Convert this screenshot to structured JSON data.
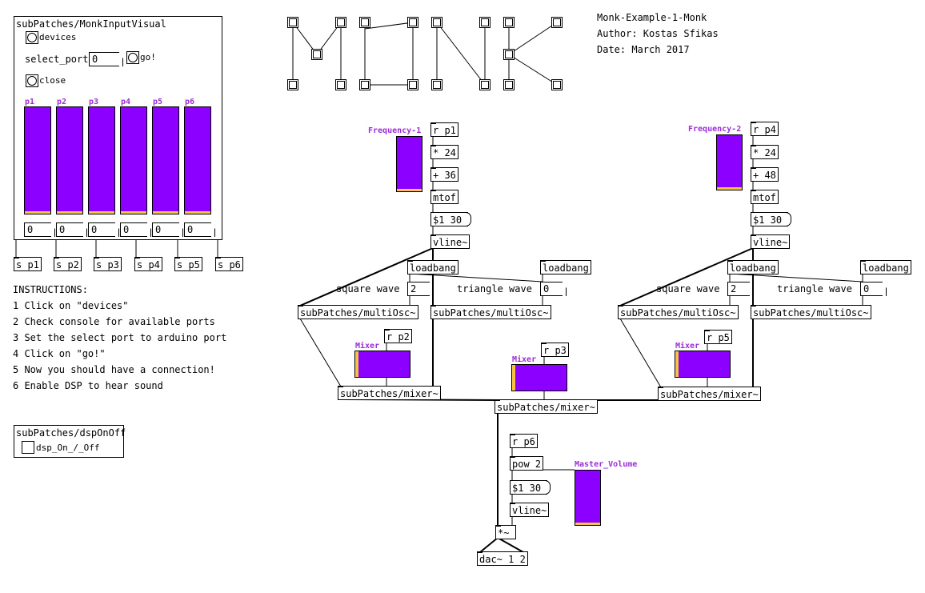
{
  "header": {
    "title": "Monk-Example-1-Monk",
    "author": "Author: Kostas Sfikas",
    "date": "Date: March 2017"
  },
  "input_visual": {
    "title": "subPatches/MonkInputVisual",
    "devices_label": "devices",
    "select_port_label": "select_port",
    "select_port_value": "0",
    "go_label": "go!",
    "close_label": "close",
    "slider_labels": [
      "p1",
      "p2",
      "p3",
      "p4",
      "p5",
      "p6"
    ],
    "slider_numbers": [
      "0",
      "0",
      "0",
      "0",
      "0",
      "0"
    ]
  },
  "sends": [
    "s p1",
    "s p2",
    "s p3",
    "s p4",
    "s p5",
    "s p6"
  ],
  "instructions": {
    "heading": "INSTRUCTIONS:",
    "steps": [
      "1 Click on \"devices\"",
      "2 Check console for available ports",
      "3 Set the select port to arduino port",
      "4 Click on \"go!\"",
      "5 Now you should have a connection!",
      "6 Enable DSP to hear sound"
    ]
  },
  "dsp": {
    "title": "subPatches/dspOnOff",
    "toggle_label": "dsp_On_/_Off"
  },
  "voice1": {
    "freq_label": "Frequency-1",
    "r": "r p1",
    "mul": "* 24",
    "add": "+ 36",
    "mtof": "mtof",
    "msg": "$1 30",
    "vline": "vline~",
    "loadbang": "loadbang",
    "square_label": "square wave",
    "square_num": "2",
    "triangle_label": "triangle wave",
    "triangle_num": "0",
    "osc_a": "subPatches/multiOsc~",
    "osc_b": "subPatches/multiOsc~",
    "mixer_label": "Mixer",
    "r_mix": "r p2",
    "mixer": "subPatches/mixer~"
  },
  "voice2": {
    "freq_label": "Frequency-2",
    "r": "r p4",
    "mul": "* 24",
    "add": "+ 48",
    "mtof": "mtof",
    "msg": "$1 30",
    "vline": "vline~",
    "loadbang_a": "loadbang",
    "loadbang_b": "loadbang",
    "square_label": "square wave",
    "square_num": "2",
    "triangle_label": "triangle wave",
    "triangle_num": "0",
    "osc_a": "subPatches/multiOsc~",
    "osc_b": "subPatches/multiOsc~",
    "mixer_label": "Mixer",
    "r_mix": "r p5",
    "mixer": "subPatches/mixer~"
  },
  "voice1_loadbang_b": "loadbang",
  "center_mix": {
    "mixer_label": "Mixer",
    "r_mix": "r p3",
    "mixer": "subPatches/mixer~"
  },
  "master": {
    "r": "r p6",
    "pow": "pow 2",
    "msg": "$1 30",
    "vline": "vline~",
    "volume_label": "Master_Volume",
    "mul": "*~",
    "dac": "dac~ 1 2"
  },
  "colors": {
    "slider": "#8b00ff",
    "knob": "#f6c343",
    "label": "#9b2ed6"
  }
}
